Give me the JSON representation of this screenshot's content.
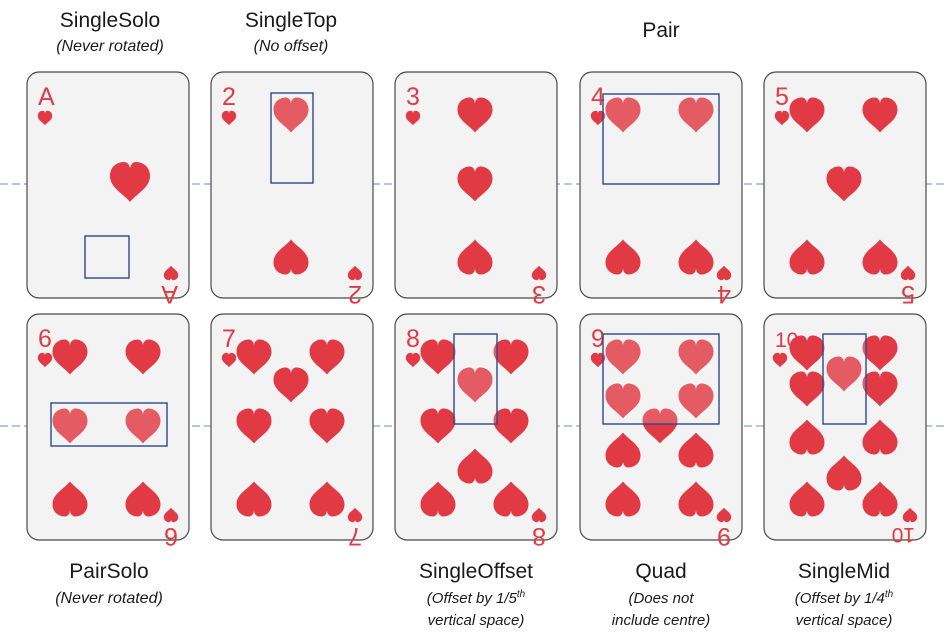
{
  "labels": {
    "single_solo": {
      "title": "SingleSolo",
      "note": "(Never rotated)"
    },
    "single_top": {
      "title": "SingleTop",
      "note": "(No offset)"
    },
    "pair": {
      "title": "Pair"
    },
    "pair_solo": {
      "title": "PairSolo",
      "note": "(Never rotated)"
    },
    "single_offset": {
      "title": "SingleOffset",
      "note_prefix": "(Offset by 1/5",
      "note_sup": "th",
      "note_line2": "vertical space)"
    },
    "quad": {
      "title": "Quad",
      "note_line1": "(Does not",
      "note_line2": "include centre)"
    },
    "single_mid": {
      "title": "SingleMid",
      "note_prefix": "(Offset by 1/4",
      "note_sup": "th",
      "note_line2": "vertical space)"
    }
  },
  "cards": [
    {
      "rank": "A"
    },
    {
      "rank": "2"
    },
    {
      "rank": "3"
    },
    {
      "rank": "4"
    },
    {
      "rank": "5"
    },
    {
      "rank": "6"
    },
    {
      "rank": "7"
    },
    {
      "rank": "8"
    },
    {
      "rank": "9"
    },
    {
      "rank": "10"
    }
  ],
  "colors": {
    "heart": "#e23a44",
    "card_fill": "#f3f3f3",
    "card_border": "#4a4a4a",
    "highlight_box": "#2c4a8c",
    "guide_line": "#6a8fc4"
  }
}
